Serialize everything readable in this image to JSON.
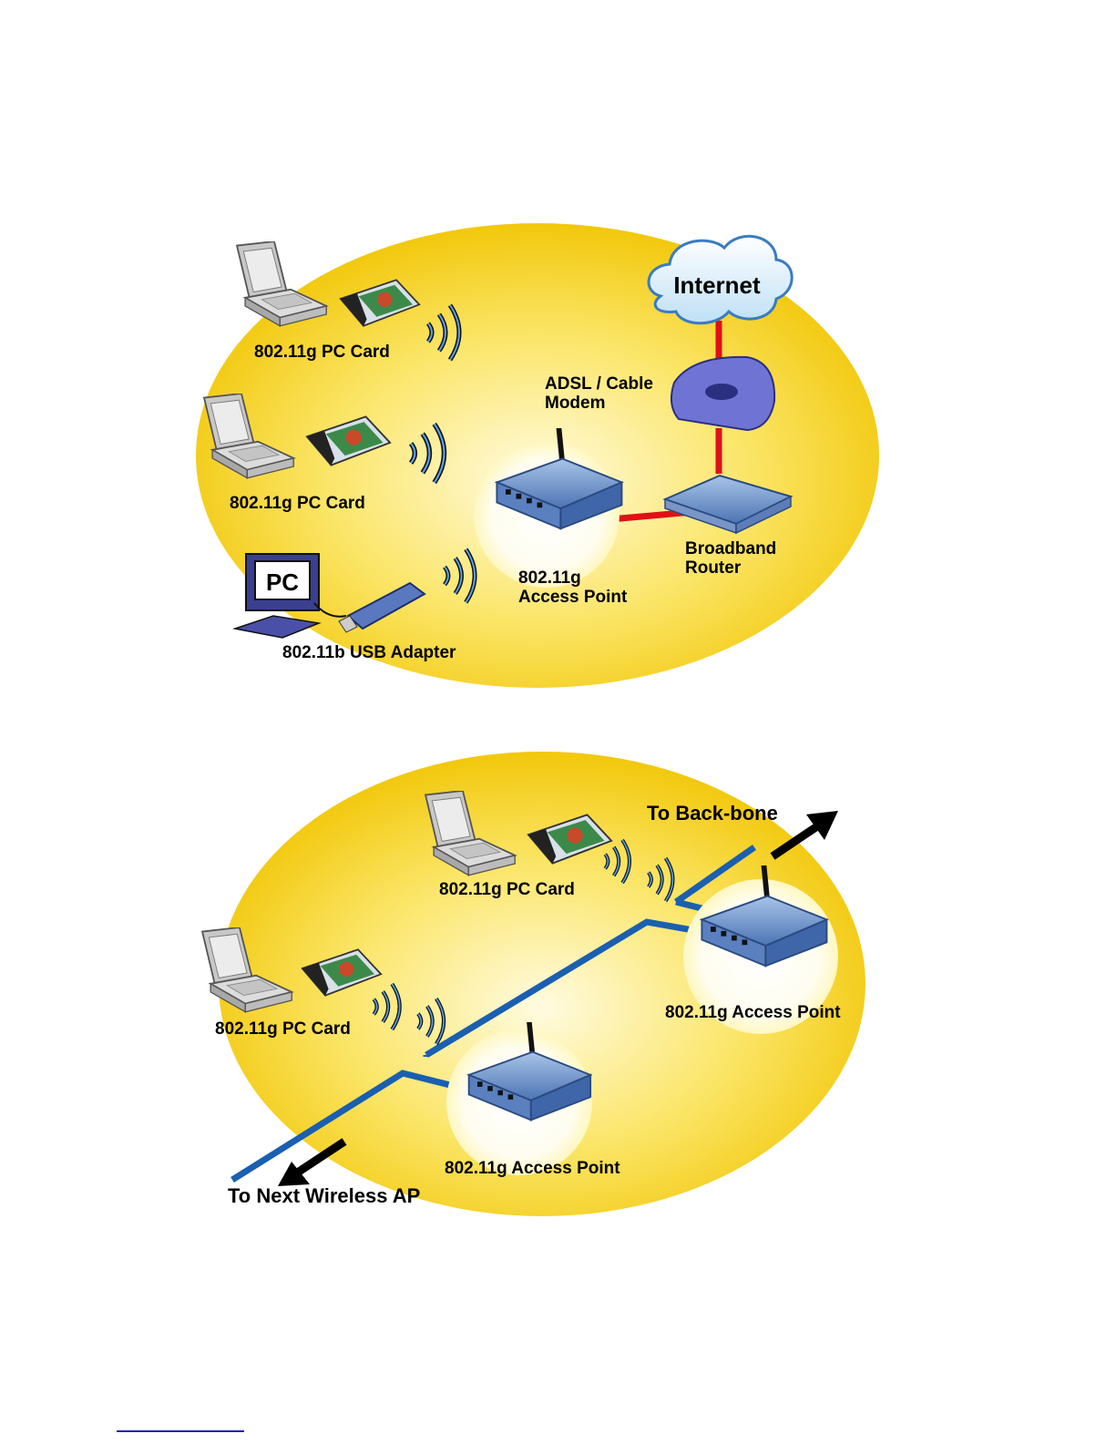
{
  "diagram1": {
    "nodes": {
      "internet": "Internet",
      "modem": "ADSL / Cable\nModem",
      "router": "Broadband\nRouter",
      "access_point": "802.11g\nAccess Point",
      "pc_card_1": "802.11g PC Card",
      "pc_card_2": "802.11g PC Card",
      "pc": "PC",
      "usb_adapter": "802.11b USB Adapter"
    },
    "colors": {
      "background": "#f5d020",
      "cable": "#e01018"
    }
  },
  "diagram2": {
    "nodes": {
      "backbone": "To Back-bone",
      "pc_card_top": "802.11g PC Card",
      "pc_card_left": "802.11g PC Card",
      "ap_right": "802.11g Access Point",
      "ap_bottom": "802.11g Access Point",
      "next_ap": "To Next Wireless AP"
    },
    "colors": {
      "background": "#f5d020",
      "cable": "#1a5fb0"
    }
  }
}
